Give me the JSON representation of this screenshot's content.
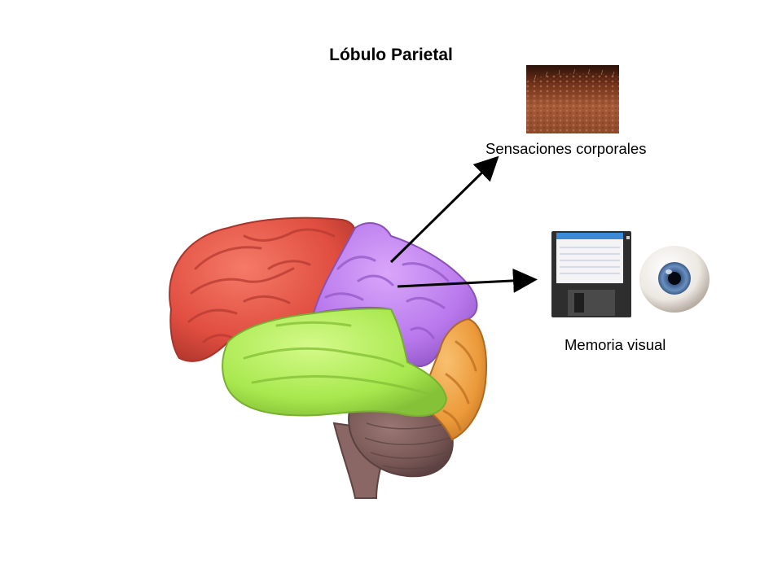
{
  "slide": {
    "title": "Lóbulo Parietal",
    "labels": {
      "body_sensations": "Sensaciones corporales",
      "visual_memory": "Memoria visual"
    },
    "colors": {
      "frontal": "#e8584a",
      "parietal": "#c07ef0",
      "temporal": "#b8f060",
      "occipital": "#f0a040",
      "cerebellum": "#7a5a58",
      "arrow": "#000000"
    }
  }
}
